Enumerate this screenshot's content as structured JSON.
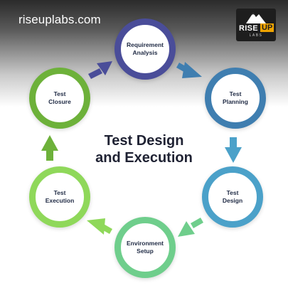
{
  "site_name": "riseuplabs.com",
  "logo": {
    "word1": "RISE",
    "word2": "UP",
    "sub": "LABS"
  },
  "center_title": "Test Design\nand Execution",
  "stages": [
    {
      "label": "Requirement\nAnalysis",
      "color": "#4a4d99"
    },
    {
      "label": "Test\nPlanning",
      "color": "#3f7eb0"
    },
    {
      "label": "Test\nDesign",
      "color": "#4ba1c9"
    },
    {
      "label": "Environment\nSetup",
      "color": "#6fce8c"
    },
    {
      "label": "Test\nExecution",
      "color": "#8fd85a"
    },
    {
      "label": "Test\nClosure",
      "color": "#6db13a"
    }
  ],
  "arrow_colors": [
    "#4a4d99",
    "#3f7eb0",
    "#4ba1c9",
    "#6fce8c",
    "#8fd85a",
    "#6db13a"
  ]
}
